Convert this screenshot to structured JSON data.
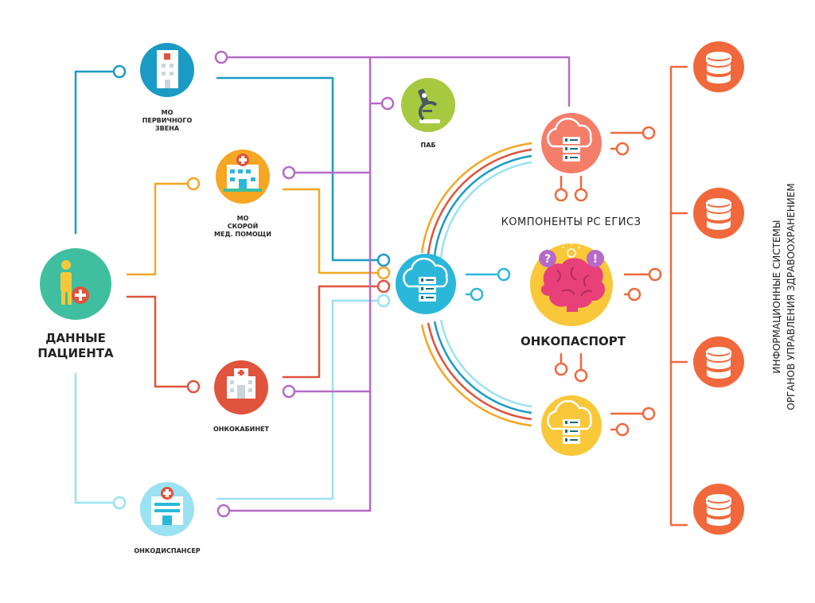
{
  "colors": {
    "primary": "#1a9bc4",
    "emergency": "#f5a623",
    "oncology_cabinet": "#e0533d",
    "dispensary": "#9ae1f2",
    "purple": "#b56ac8",
    "storage": "#f0683c",
    "teal": "#3fbf9f",
    "lime": "#a6c940",
    "yellow": "#f8c83a"
  },
  "labels": {
    "patient_data": [
      "ДАННЫЕ",
      "ПАЦИЕНТА"
    ],
    "mo_primary": [
      "МО",
      "ПЕРВИЧНОГО",
      "ЗВЕНА"
    ],
    "mo_emergency": [
      "МО",
      "СКОРОЙ",
      "МЕД. ПОМОЩИ"
    ],
    "oncocabinet": "ОНКОКАБИНЕТ",
    "oncodispensary": "ОНКОДИСПАНСЕР",
    "pab": "ПАБ",
    "egisz_components": "КОМПОНЕНТЫ РС ЕГИСЗ",
    "oncopassport": "ОНКОПАСПОРТ",
    "health_authorities": [
      "ИНФОРМАЦИОННЫЕ СИСТЕМЫ",
      "ОРГАНОВ УПРАВЛЕНИЯ ЗДРАВООХРАНЕНИЕМ"
    ]
  },
  "icons": {
    "patient": "patient-icon",
    "primary_clinic": "clinic-building-icon",
    "emergency": "hospital-icon",
    "oncocabinet": "medical-building-icon",
    "oncodispensary": "dispensary-building-icon",
    "pab": "microscope-icon",
    "cloud_server": "cloud-server-icon",
    "brain": "brain-icon",
    "database": "database-icon"
  }
}
